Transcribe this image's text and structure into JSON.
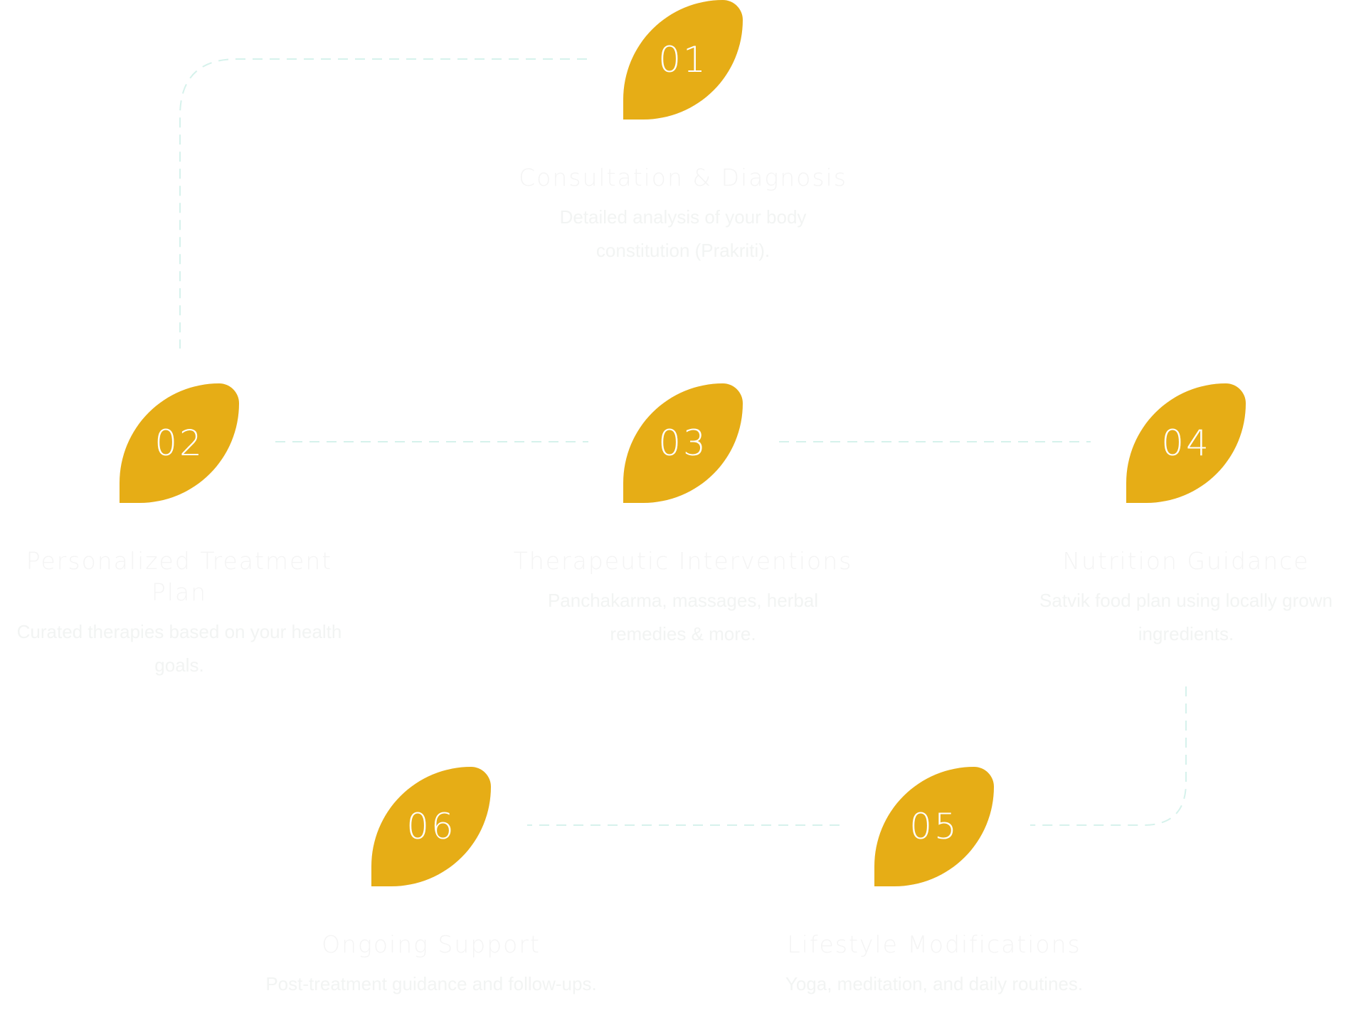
{
  "colors": {
    "accent": "#e6ad16",
    "connector": "#d6f2ec",
    "text": "#f4f4f4"
  },
  "steps": [
    {
      "number": "01",
      "title": "Consultation & Diagnosis",
      "description": "Detailed analysis of your body constitution (Prakriti)."
    },
    {
      "number": "02",
      "title": "Personalized Treatment Plan",
      "description": "Curated therapies based on your health goals."
    },
    {
      "number": "03",
      "title": "Therapeutic Interventions",
      "description": "Panchakarma, massages, herbal remedies & more."
    },
    {
      "number": "04",
      "title": "Nutrition Guidance",
      "description": "Satvik food plan using locally grown ingredients."
    },
    {
      "number": "05",
      "title": "Lifestyle Modifications",
      "description": "Yoga, meditation, and daily routines."
    },
    {
      "number": "06",
      "title": "Ongoing Support",
      "description": "Post-treatment guidance and follow-ups."
    }
  ]
}
